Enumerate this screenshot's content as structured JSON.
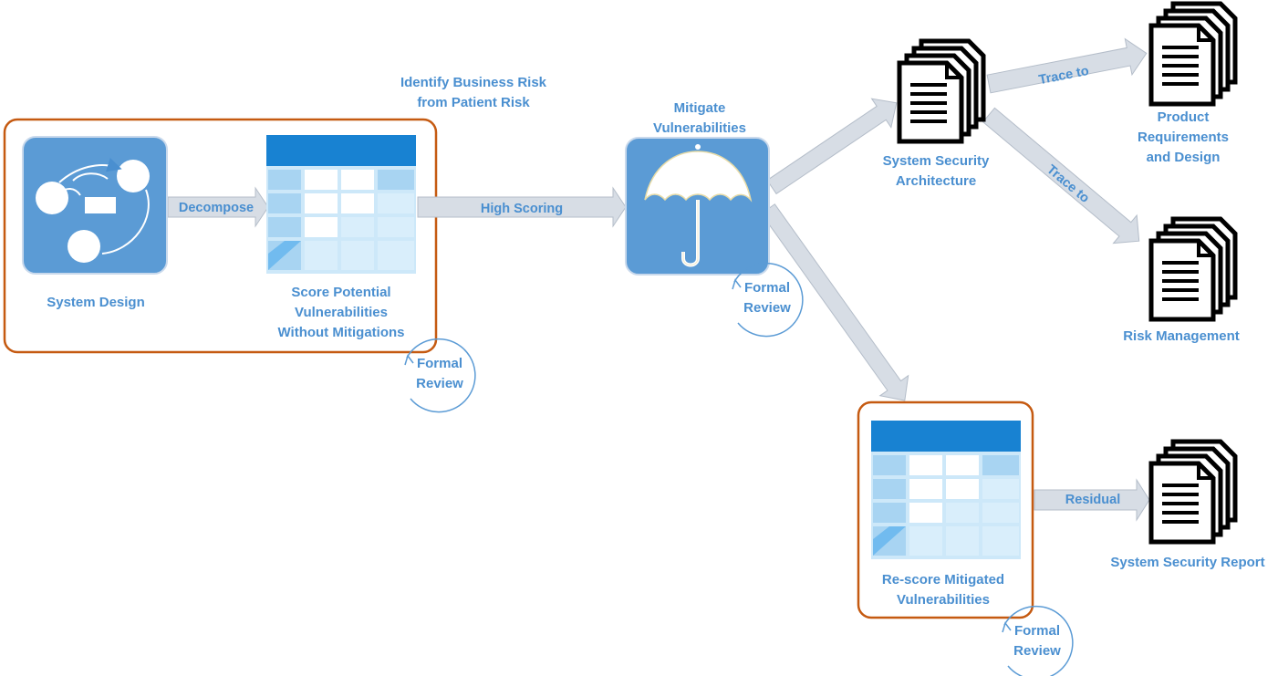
{
  "labels": {
    "system_design": "System Design",
    "score_line1": "Score Potential",
    "score_line2": "Vulnerabilities",
    "score_line3": "Without Mitigations",
    "identify_line1": "Identify Business Risk",
    "identify_line2": "from Patient Risk",
    "mitigate_line1": "Mitigate",
    "mitigate_line2": "Vulnerabilities",
    "ssa_line1": "System Security",
    "ssa_line2": "Architecture",
    "prd_line1": "Product",
    "prd_line2": "Requirements",
    "prd_line3": "and Design",
    "risk_mgmt": "Risk Management",
    "rescore_line1": "Re-score Mitigated",
    "rescore_line2": "Vulnerabilities",
    "ssr": "System Security Report"
  },
  "arrows": {
    "decompose": "Decompose",
    "high_scoring": "High Scoring",
    "trace_to_1": "Trace to",
    "trace_to_2": "Trace to",
    "residual": "Residual"
  },
  "reviews": {
    "line1": "Formal",
    "line2": "Review"
  },
  "colors": {
    "icon_blue": "#5b9bd5",
    "label_blue": "#4a8fd0",
    "box_border": "#c55a11",
    "arrow_fill": "#d7dde5",
    "arrow_stroke": "#b4bdc9",
    "table_header": "#1e88d8",
    "table_cell": "#cde8f9"
  }
}
